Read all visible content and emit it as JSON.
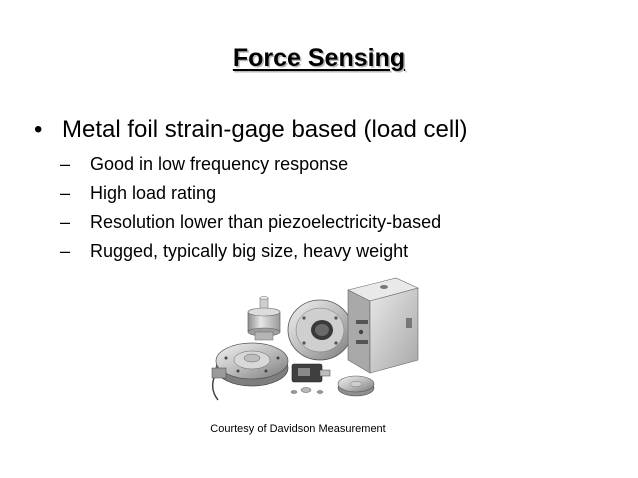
{
  "slide": {
    "title": "Force Sensing",
    "main_bullet": {
      "marker": "•",
      "text": "Metal foil strain-gage based (load cell)"
    },
    "sub_bullets": [
      {
        "marker": "–",
        "text": "Good in low frequency response"
      },
      {
        "marker": "–",
        "text": "High load rating"
      },
      {
        "marker": "–",
        "text": "Resolution lower than piezoelectricity-based"
      },
      {
        "marker": "–",
        "text": "Rugged, typically big size, heavy weight"
      }
    ],
    "figure": {
      "subject": "load-cells-photo"
    },
    "caption": "Courtesy of Davidson Measurement"
  }
}
